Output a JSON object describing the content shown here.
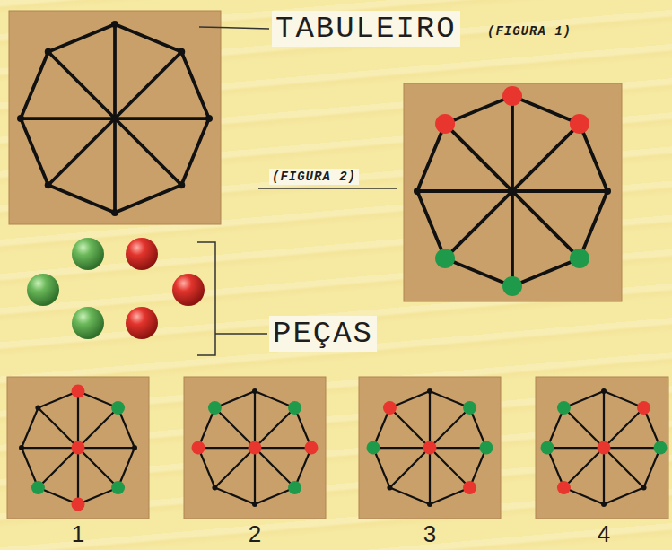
{
  "diagram": {
    "labels": [
      "TABULEIRO",
      "(FIGURA 1)",
      "(FIGURA 2)",
      "PEÇAS",
      "1",
      "2",
      "3",
      "4"
    ]
  }
}
